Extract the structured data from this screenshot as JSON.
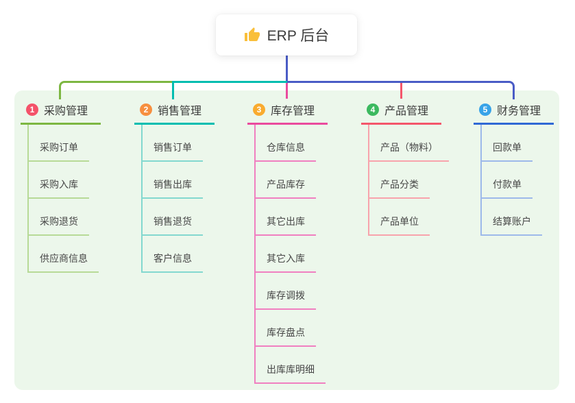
{
  "root": {
    "label": "ERP 后台",
    "icon": "thumbs-up-icon",
    "icon_color": "#f9bf3b"
  },
  "colors": {
    "canvas_bg": "#ecf7eb",
    "trunk": "#4a5cc6",
    "branch_1": "#7db742",
    "branch_1_light": "#b7da97",
    "branch_2": "#00bdb0",
    "branch_2_light": "#83d8cf",
    "branch_3": "#ea4a9e",
    "branch_3_light": "#f07fc0",
    "branch_4": "#f4566b",
    "branch_4_light": "#f8a3ac",
    "branch_5": "#3069d5",
    "branch_5_light": "#9db9ea",
    "badge_1": "#f4526a",
    "badge_2": "#f78f3f",
    "badge_3": "#f9ab2f",
    "badge_4": "#3cb95f",
    "badge_5": "#38a3e8"
  },
  "branches": [
    {
      "badge": "1",
      "title": "采购管理",
      "children": [
        "采购订单",
        "采购入库",
        "采购退货",
        "供应商信息"
      ]
    },
    {
      "badge": "2",
      "title": "销售管理",
      "children": [
        "销售订单",
        "销售出库",
        "销售退货",
        "客户信息"
      ]
    },
    {
      "badge": "3",
      "title": "库存管理",
      "children": [
        "仓库信息",
        "产品库存",
        "其它出库",
        "其它入库",
        "库存调拨",
        "库存盘点",
        "出库库明细"
      ]
    },
    {
      "badge": "4",
      "title": "产品管理",
      "children": [
        "产品（物料）",
        "产品分类",
        "产品单位"
      ]
    },
    {
      "badge": "5",
      "title": "财务管理",
      "children": [
        "回款单",
        "付款单",
        "结算账户"
      ]
    }
  ]
}
